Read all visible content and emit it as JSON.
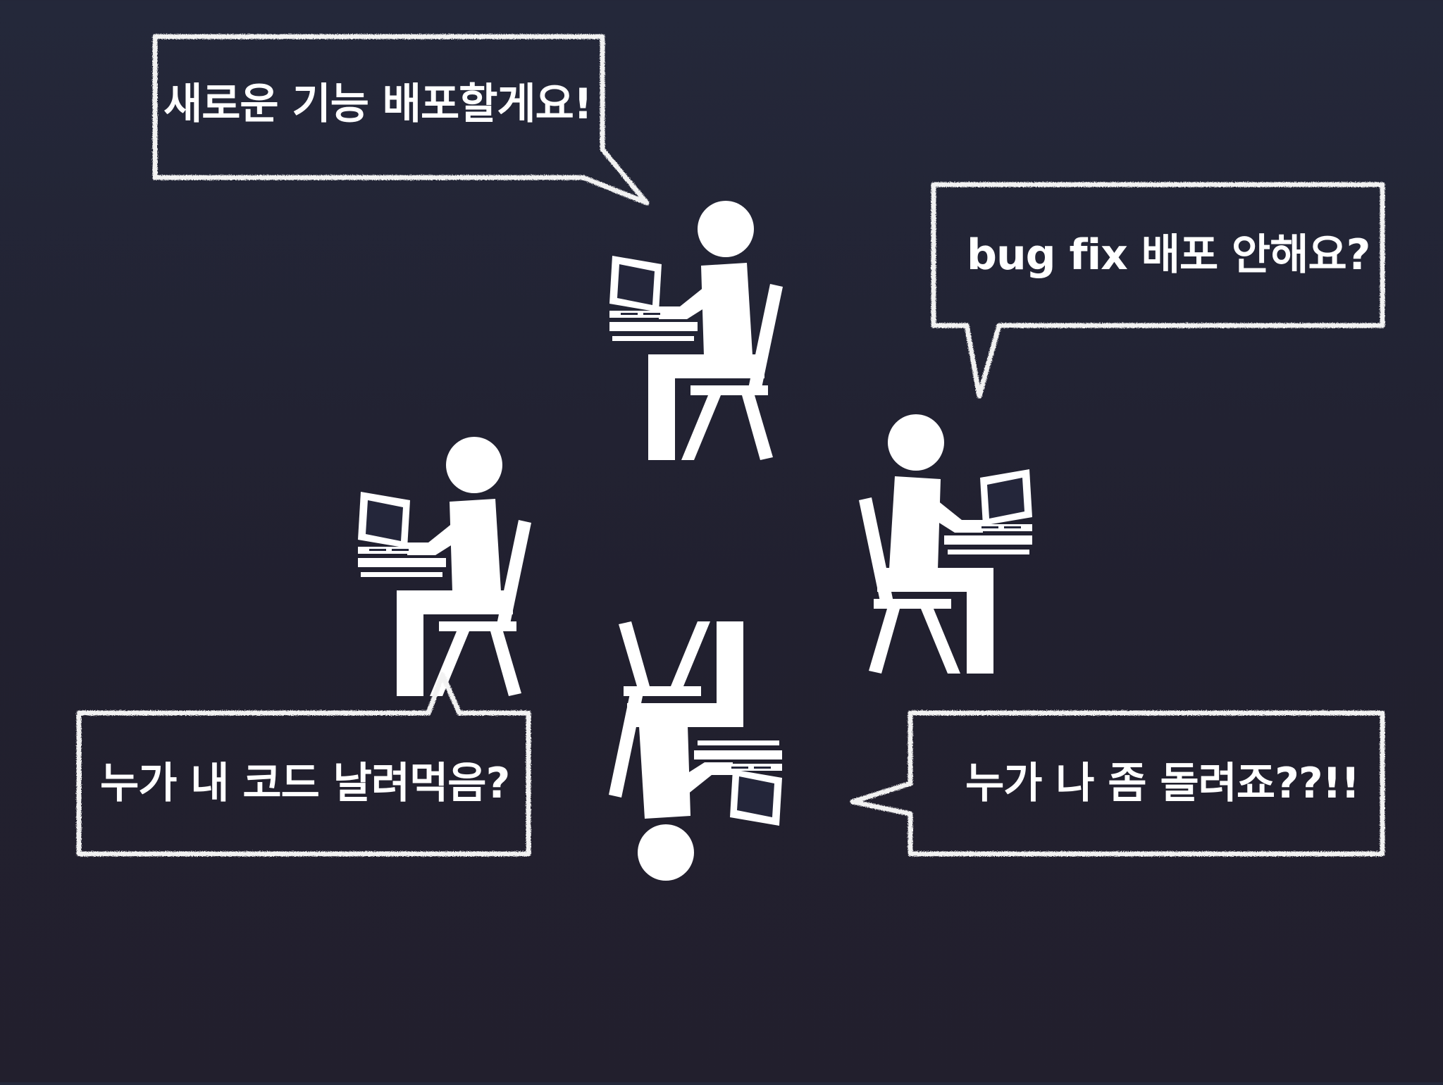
{
  "scene": {
    "background_color": "#23232f",
    "figure_color": "#ffffff",
    "chalk_color": "#f2f2f2"
  },
  "bubbles": {
    "top_left": {
      "text": "새로운 기능 배포할게요!"
    },
    "top_right": {
      "text": "bug fix 배포 안해요?"
    },
    "bottom_left": {
      "text": "누가 내 코드 날려먹음?"
    },
    "bottom_right": {
      "text": "누가 나 좀 돌려죠??!!"
    }
  }
}
